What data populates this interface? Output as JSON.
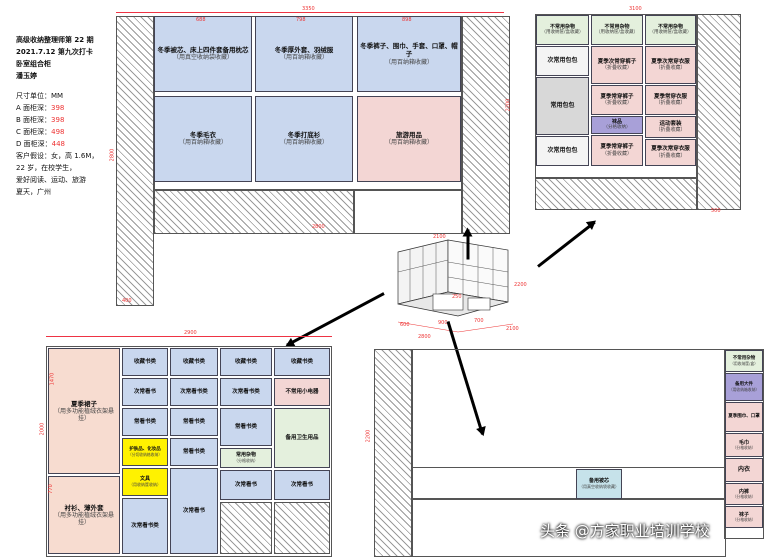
{
  "info": {
    "line1": "高级收纳整理师第 22 期",
    "line2": "2021.7.12  第九次打卡",
    "line3": "卧室组合柜",
    "line4": "潘玉婷",
    "unit": "尺寸单位：MM",
    "a_label": "A 面柜深：",
    "a_val": "398",
    "b_label": "B 面柜深：",
    "b_val": "398",
    "c_label": "C 面柜深：",
    "c_val": "498",
    "d_label": "D 面柜深：",
    "d_val": "448",
    "client1": "客户假设：女，高 1.6M，",
    "client2": "22 岁，在校学生，",
    "client3": "爱好阅读、运动、旅游",
    "client4": "夏天，广州"
  },
  "top_cabinet": {
    "dim_top": "3350",
    "dim_left": "2800",
    "dim_right": "2200",
    "dim_bottom": "2800",
    "dim_side": "400",
    "cells": [
      {
        "title": "冬季被芯、床上四件套备用枕芯",
        "sub": "（用真空收纳袋收藏）",
        "dim": "688"
      },
      {
        "title": "冬季厚外套、羽绒服",
        "sub": "（用百纳箱收藏）",
        "dim": "798"
      },
      {
        "title": "冬季裤子、围巾、手套、口罩、帽子",
        "sub": "（用百纳箱收藏）",
        "dim": "898"
      },
      {
        "title": "冬季毛衣",
        "sub": "（用百纳箱收藏）",
        "dim": ""
      },
      {
        "title": "冬季打底衫",
        "sub": "（用百纳箱收藏）",
        "dim": ""
      },
      {
        "title": "旅游用品",
        "sub": "（用百纳箱收藏）",
        "dim": ""
      }
    ]
  },
  "right_cabinet": {
    "dim_top": "3100",
    "dim_bottom": "500",
    "col1": [
      {
        "title": "不常用杂物",
        "sub": "（用收纳筐/盒收藏）"
      },
      {
        "title": "次常用包包",
        "sub": ""
      },
      {
        "title": "常用包包",
        "sub": ""
      },
      {
        "title": "次常用包包",
        "sub": ""
      }
    ],
    "col2": [
      {
        "title": "不常用杂物",
        "sub": "（用收纳筐/盒收藏）"
      },
      {
        "title": "夏季次常穿裤子",
        "sub": "（折叠收藏）"
      },
      {
        "title": "夏季常穿裤子",
        "sub": "（折叠收藏）"
      },
      {
        "title": "袜品",
        "sub": "（分格收纳）"
      },
      {
        "title": "夏季常穿裤子",
        "sub": "（折叠收藏）"
      }
    ],
    "col3": [
      {
        "title": "不常用杂物",
        "sub": "（用收纳筐/盒收藏）"
      },
      {
        "title": "夏季次常穿衣服",
        "sub": "（折叠收藏）"
      },
      {
        "title": "夏季常穿衣服",
        "sub": "（折叠收藏）"
      },
      {
        "title": "运动套装",
        "sub": "（折叠收藏）"
      },
      {
        "title": "夏季次常穿衣服",
        "sub": "（折叠收藏）"
      }
    ]
  },
  "iso": {
    "d1": "2100",
    "d2": "2800",
    "d3": "2100",
    "d4": "2200",
    "d5": "250",
    "d6": "600",
    "d7": "900",
    "d8": "700"
  },
  "bottom_left": {
    "dim_top": "2900",
    "dim_left": "2000",
    "hang1_title": "夏季裙子",
    "hang1_sub": "（用多功能植绒衣架悬挂）",
    "hang1_dim": "1470",
    "hang2_title": "衬衫、薄外套",
    "hang2_sub": "（用多功能植绒衣架悬挂）",
    "hang2_dim": "770",
    "col1": [
      "收藏书类",
      "次常看书",
      "常看书类",
      "护肤品、化妆品",
      "文具",
      "次常看书类"
    ],
    "col1_subs": [
      "",
      "",
      "",
      "（分切收纳格收纳）",
      "（用收纳筐收纳）",
      ""
    ],
    "col2": [
      "收藏书类",
      "次常看书类",
      "常看书类",
      "常看书类",
      "次常看书"
    ],
    "col3": [
      "收藏书类",
      "次常看书类",
      "常看书类",
      "常用杂物",
      "次常看书"
    ],
    "col3_subs": [
      "",
      "",
      "",
      "（分格收纳）",
      ""
    ],
    "col4": [
      "收藏书类",
      "不常用小电器",
      "备用卫生用品",
      "次常看书"
    ]
  },
  "bottom_right": {
    "dim_left": "2200",
    "center_title": "备用被芯",
    "center_sub": "（用真空收纳袋收藏）",
    "side": [
      {
        "title": "不常用杂物",
        "sub": "（用收纳筐/盒）"
      },
      {
        "title": "备用大件",
        "sub": "（用收纳箱收纳）"
      },
      {
        "title": "夏季围巾、口罩",
        "sub": ""
      },
      {
        "title": "毛巾",
        "sub": "（分格收纳）"
      },
      {
        "title": "内衣",
        "sub": ""
      },
      {
        "title": "内裤",
        "sub": "（分格收纳）"
      },
      {
        "title": "袜子",
        "sub": "（分格收纳）"
      }
    ]
  },
  "watermark": "头条 @方家职业培训学校"
}
